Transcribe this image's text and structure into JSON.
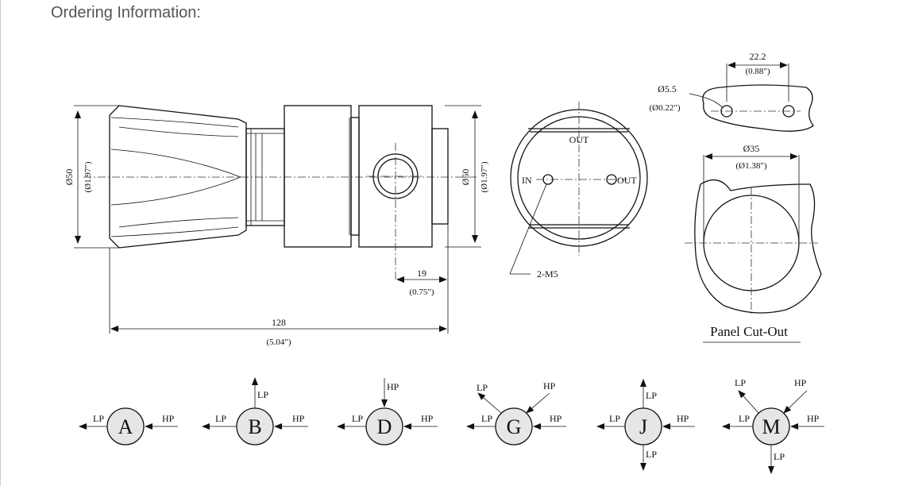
{
  "page": {
    "title": "Ordering Information:"
  },
  "side_view": {
    "diameter_metric": "Ø50",
    "diameter_imperial": "(Ø1.97\")",
    "body_diameter_metric": "Ø50",
    "body_diameter_imperial": "(Ø1.97\")",
    "port_offset_metric": "19",
    "port_offset_imperial": "(0.75\")",
    "length_metric": "128",
    "length_imperial": "(5.04\")"
  },
  "front_view": {
    "port_out_top": "OUT",
    "port_in": "IN",
    "port_out_right": "OUT",
    "mount_label": "2-M5"
  },
  "panel_cutout": {
    "hole_diameter_metric": "Ø5.5",
    "hole_diameter_imperial": "(Ø0.22\")",
    "hole_spacing_metric": "22.2",
    "hole_spacing_imperial": "(0.88\")",
    "cutout_diameter_metric": "Ø35",
    "cutout_diameter_imperial": "(Ø1.38\")",
    "title": "Panel Cut-Out"
  },
  "port_configs": [
    {
      "letter": "A",
      "lp1": "LP",
      "hp": "HP"
    },
    {
      "letter": "B",
      "lp1": "LP",
      "lp2": "LP",
      "hp": "HP"
    },
    {
      "letter": "D",
      "lp1": "LP",
      "hp": "HP",
      "hp_top": "HP"
    },
    {
      "letter": "G",
      "lp1": "LP",
      "lp2": "LP",
      "hp": "HP",
      "hp_top": "HP"
    },
    {
      "letter": "J",
      "lp1": "LP",
      "lp2": "LP",
      "lp3": "LP",
      "hp": "HP"
    },
    {
      "letter": "M",
      "lp1": "LP",
      "lp2": "LP",
      "lp3": "LP",
      "hp": "HP",
      "hp_top": "HP"
    }
  ],
  "colors": {
    "line": "#111111",
    "title": "#555555",
    "circle_fill": "#e6e6e6"
  }
}
